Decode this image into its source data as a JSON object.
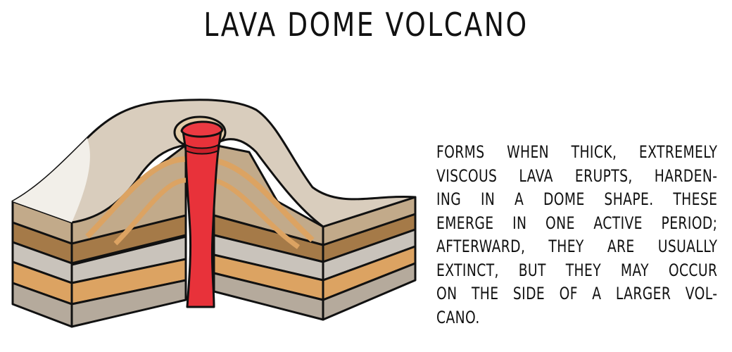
{
  "title": "LAVA DOME VOLCANO",
  "description": {
    "full_text": "FORMS WHEN THICK, EXTREMELY VISCOUS LAVA ERUPTS, HARDENING IN A DOME SHAPE. THESE EMERGE IN ONE ACTIVE PERIOD; AFTERWARD, THEY ARE USUALLY EXTINCT, BUT THEY MAY OCCUR ON THE SIDE OF A LARGER VOLCANO.",
    "lines": [
      "FORMS WHEN THICK, EXTREMELY",
      "VISCOUS LAVA ERUPTS, HARDEN-",
      "ING IN A DOME SHAPE. THESE",
      "EMERGE IN ONE ACTIVE PERIOD;",
      "AFTERWARD, THEY ARE USUALLY",
      "EXTINCT, BUT THEY MAY OCCUR",
      "ON THE SIDE OF A LARGER VOL-",
      "CANO."
    ]
  },
  "illustration": {
    "subject": "cross-section of lava dome volcano with central red lava conduit and layered rock strata",
    "colors": {
      "lava": "#e8323a",
      "lava_dark": "#c8202a",
      "dome_surface_light": "#f2efe9",
      "dome_surface_gray": "#a8a6a2",
      "dome_surface_tan": "#c8b298",
      "strata_tan": "#c2aa8a",
      "strata_orange": "#dca362",
      "strata_brown": "#a57a48",
      "strata_gray": "#c9c3bb",
      "strata_taupe": "#b5aa9c",
      "outline": "#111111"
    }
  }
}
